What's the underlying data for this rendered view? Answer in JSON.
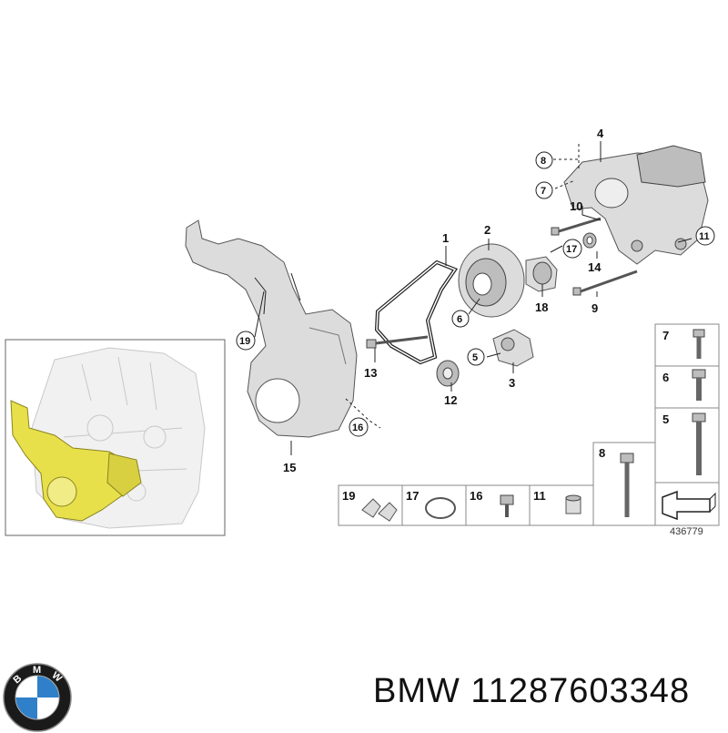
{
  "diagram": {
    "callouts": [
      "1",
      "2",
      "3",
      "4",
      "5",
      "6",
      "7",
      "8",
      "9",
      "10",
      "11",
      "12",
      "13",
      "14",
      "15",
      "16",
      "17",
      "18",
      "19"
    ],
    "circled_callouts": [
      "5",
      "6",
      "7",
      "8",
      "11",
      "16",
      "17",
      "19"
    ],
    "reference_number": "436779",
    "legend_grid": {
      "bottom_row": [
        "19",
        "17",
        "16",
        "11"
      ],
      "right_column": [
        "7",
        "6",
        "5"
      ],
      "tall_cell": "8"
    }
  },
  "brand": {
    "caption": "BMW 11287603348",
    "logo_letters": "BMW",
    "logo_colors": {
      "ring": "#1a1a1a",
      "blue": "#2f80c9",
      "white": "#ffffff"
    }
  },
  "highlight_color": "#e8e04a"
}
